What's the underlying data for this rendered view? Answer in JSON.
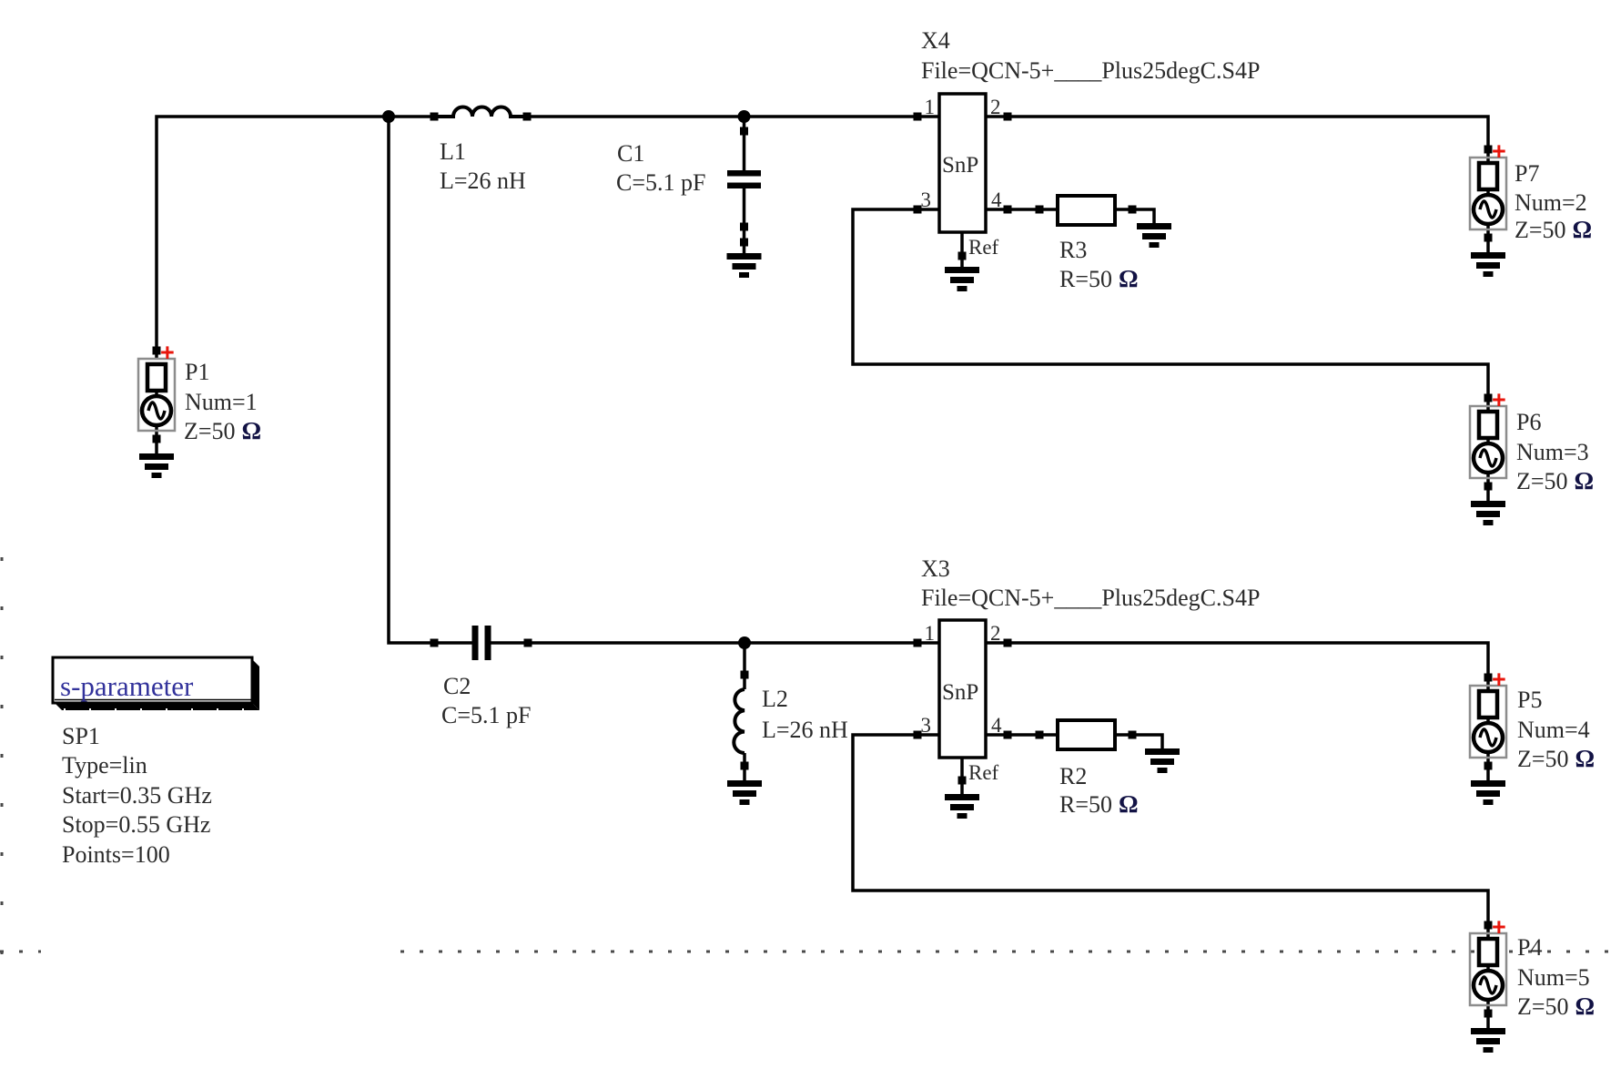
{
  "sim": {
    "title": "s-parameter",
    "name": "SP1",
    "type": "Type=lin",
    "start": "Start=0.35 GHz",
    "stop": "Stop=0.55 GHz",
    "points": "Points=100"
  },
  "components": {
    "l1": {
      "label": "L1",
      "value": "L=26 nH"
    },
    "c1": {
      "label": "C1",
      "value": "C=5.1 pF"
    },
    "c2": {
      "label": "C2",
      "value": "C=5.1 pF"
    },
    "l2": {
      "label": "L2",
      "value": "L=26 nH"
    },
    "r3": {
      "label": "R3",
      "value": "R=50",
      "unit": "Ω"
    },
    "r2": {
      "label": "R2",
      "value": "R=50",
      "unit": "Ω"
    },
    "x4": {
      "label": "X4",
      "file": "File=QCN-5+____Plus25degC.S4P",
      "type": "SnP",
      "pin1": "1",
      "pin2": "2",
      "pin3": "3",
      "pin4": "4",
      "ref": "Ref"
    },
    "x3": {
      "label": "X3",
      "file": "File=QCN-5+____Plus25degC.S4P",
      "type": "SnP",
      "pin1": "1",
      "pin2": "2",
      "pin3": "3",
      "pin4": "4",
      "ref": "Ref"
    }
  },
  "ports": {
    "p1": {
      "label": "P1",
      "num": "Num=1",
      "z": "Z=50",
      "unit": "Ω",
      "polarity": "+"
    },
    "p7": {
      "label": "P7",
      "num": "Num=2",
      "z": "Z=50",
      "unit": "Ω",
      "polarity": "+"
    },
    "p6": {
      "label": "P6",
      "num": "Num=3",
      "z": "Z=50",
      "unit": "Ω",
      "polarity": "+"
    },
    "p5": {
      "label": "P5",
      "num": "Num=4",
      "z": "Z=50",
      "unit": "Ω",
      "polarity": "+"
    },
    "p4": {
      "label": "P4",
      "num": "Num=5",
      "z": "Z=50",
      "unit": "Ω",
      "polarity": "+"
    }
  },
  "colors": {
    "background": "#ffffff",
    "wire": "#000000",
    "text": "#2b2b2b",
    "sim_title": "#32329b",
    "port_frame": "#8c8c8c",
    "polarity_plus": "#e8160c",
    "ohm": "#121244"
  }
}
